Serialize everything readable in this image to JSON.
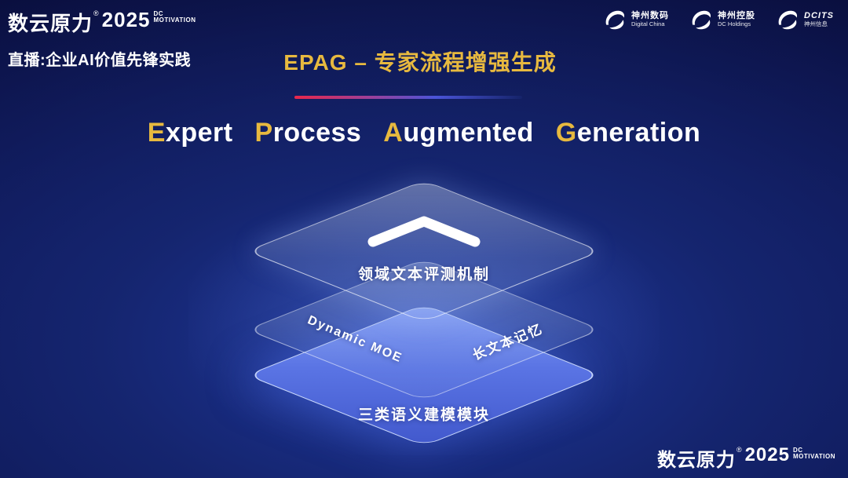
{
  "brand": {
    "name": "数云原力",
    "reg": "®",
    "year": "2025",
    "sub_top": "DC",
    "sub_bottom": "MOTIVATION"
  },
  "header": {
    "live_label": "直播:企业AI价值先锋实践",
    "title": "EPAG – 专家流程增强生成",
    "logos": [
      {
        "line1": "神州数码",
        "line2": "Digital China"
      },
      {
        "line1": "神州控股",
        "line2": "DC Holdings"
      },
      {
        "line1": "DCITS",
        "line2": "神州信息"
      }
    ]
  },
  "headline": {
    "w1_initial": "E",
    "w1_rest": "xpert",
    "w2_initial": "P",
    "w2_rest": "rocess",
    "w3_initial": "A",
    "w3_rest": "ugmented",
    "w4_initial": "G",
    "w4_rest": "eneration"
  },
  "stack": {
    "layer1_label": "领域文本评测机制",
    "layer2_label_left": "Dynamic  MOE",
    "layer2_label_right": "长文本记忆",
    "layer3_label": "三类语义建模模块"
  },
  "colors": {
    "accent_gold": "#e7b93f",
    "background_navy": "#0a1148",
    "layer_blue": "#5a74e4",
    "divider_red": "#e8274b",
    "divider_blue": "#4a54d8"
  }
}
